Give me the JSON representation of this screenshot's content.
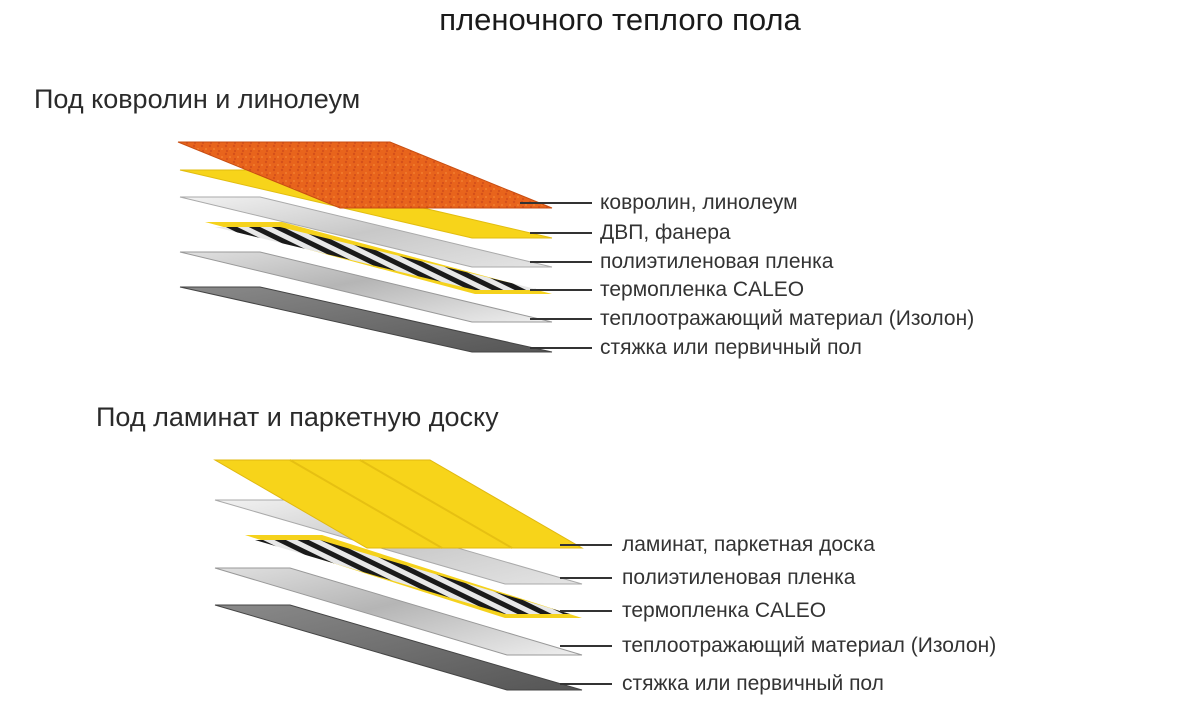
{
  "title": "пленочного теплого пола",
  "sections": [
    {
      "title": "Под ковролин и линолеум",
      "layers": [
        {
          "label": "ковролин, линолеум",
          "color": "#e8641c"
        },
        {
          "label": "ДВП, фанера",
          "color": "#f7d41a"
        },
        {
          "label": "полиэтиленовая пленка",
          "color": "#d9d9d9"
        },
        {
          "label": "термопленка CALEO",
          "color": "#1f1f1f"
        },
        {
          "label": "теплоотражающий материал (Изолон)",
          "color": "#c9c9c9"
        },
        {
          "label": "стяжка или первичный пол",
          "color": "#6b6b6b"
        }
      ]
    },
    {
      "title": "Под ламинат и паркетную доску",
      "layers": [
        {
          "label": "ламинат, паркетная доска",
          "color": "#f7d41a"
        },
        {
          "label": "полиэтиленовая пленка",
          "color": "#d9d9d9"
        },
        {
          "label": "термопленка CALEO",
          "color": "#1f1f1f"
        },
        {
          "label": "теплоотражающий материал (Изолон)",
          "color": "#c9c9c9"
        },
        {
          "label": "стяжка или первичный пол",
          "color": "#6b6b6b"
        }
      ]
    }
  ]
}
